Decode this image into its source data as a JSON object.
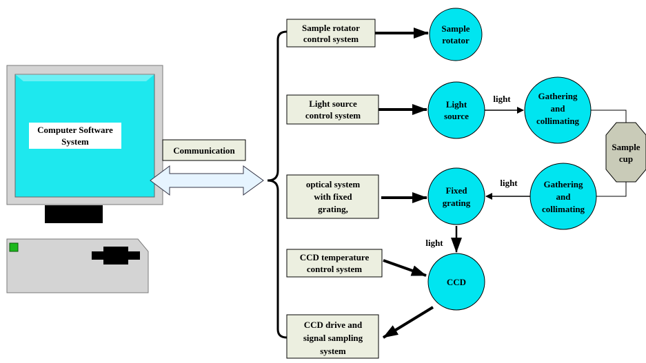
{
  "colors": {
    "circle_fill": "#00e5f0",
    "box_fill": "#ecefe0",
    "monitor_fill": "#d4d4d4",
    "screen_fill": "#1ee8ee",
    "arrow_fill": "#e6f4ff",
    "cup_fill": "#c9cbb8",
    "indicator_green": "#1db81d"
  },
  "computer": {
    "screen_label_line1": "Computer Software",
    "screen_label_line2": "System",
    "icons": [
      "monitor-icon",
      "system-unit-icon",
      "floppy-drive-icon"
    ]
  },
  "communication": {
    "label": "Communication"
  },
  "boxes": {
    "sample_rotator_control": [
      "Sample rotator",
      "control system"
    ],
    "light_source_control": [
      "Light source",
      "control system"
    ],
    "optical_system": [
      "optical system",
      "with fixed",
      "grating,"
    ],
    "ccd_temperature_control": [
      "CCD temperature",
      "control system"
    ],
    "ccd_drive": [
      "CCD drive and",
      "signal sampling",
      "system"
    ]
  },
  "nodes": {
    "sample_rotator": [
      "Sample",
      "rotator"
    ],
    "light_source": [
      "Light",
      "source"
    ],
    "gathering_top": [
      "Gathering",
      "and",
      "collimating"
    ],
    "sample_cup": [
      "Sample",
      "cup"
    ],
    "gathering_bottom": [
      "Gathering",
      "and",
      "collimating"
    ],
    "fixed_grating": [
      "Fixed",
      "grating"
    ],
    "ccd": [
      "CCD"
    ]
  },
  "edge_labels": {
    "light_1": "light",
    "light_2": "light",
    "light_3": "light"
  }
}
